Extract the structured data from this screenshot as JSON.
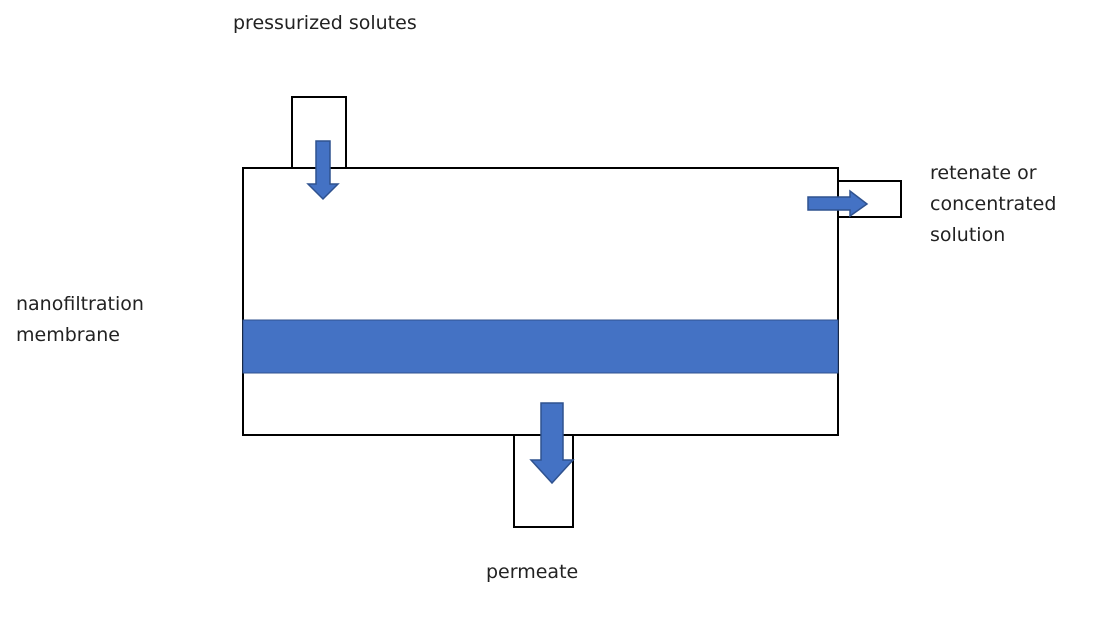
{
  "labels": {
    "inlet": "pressurized solutes",
    "outlet_lines": [
      "retenate or",
      "concentrated",
      "solution"
    ],
    "membrane_lines": [
      "nanofiltration",
      "membrane"
    ],
    "permeate": "permeate"
  },
  "colors": {
    "membrane": "#4472C4",
    "arrow_fill": "#4472C4",
    "arrow_stroke": "#2F528F",
    "outline": "#000000",
    "text": "#222222"
  }
}
